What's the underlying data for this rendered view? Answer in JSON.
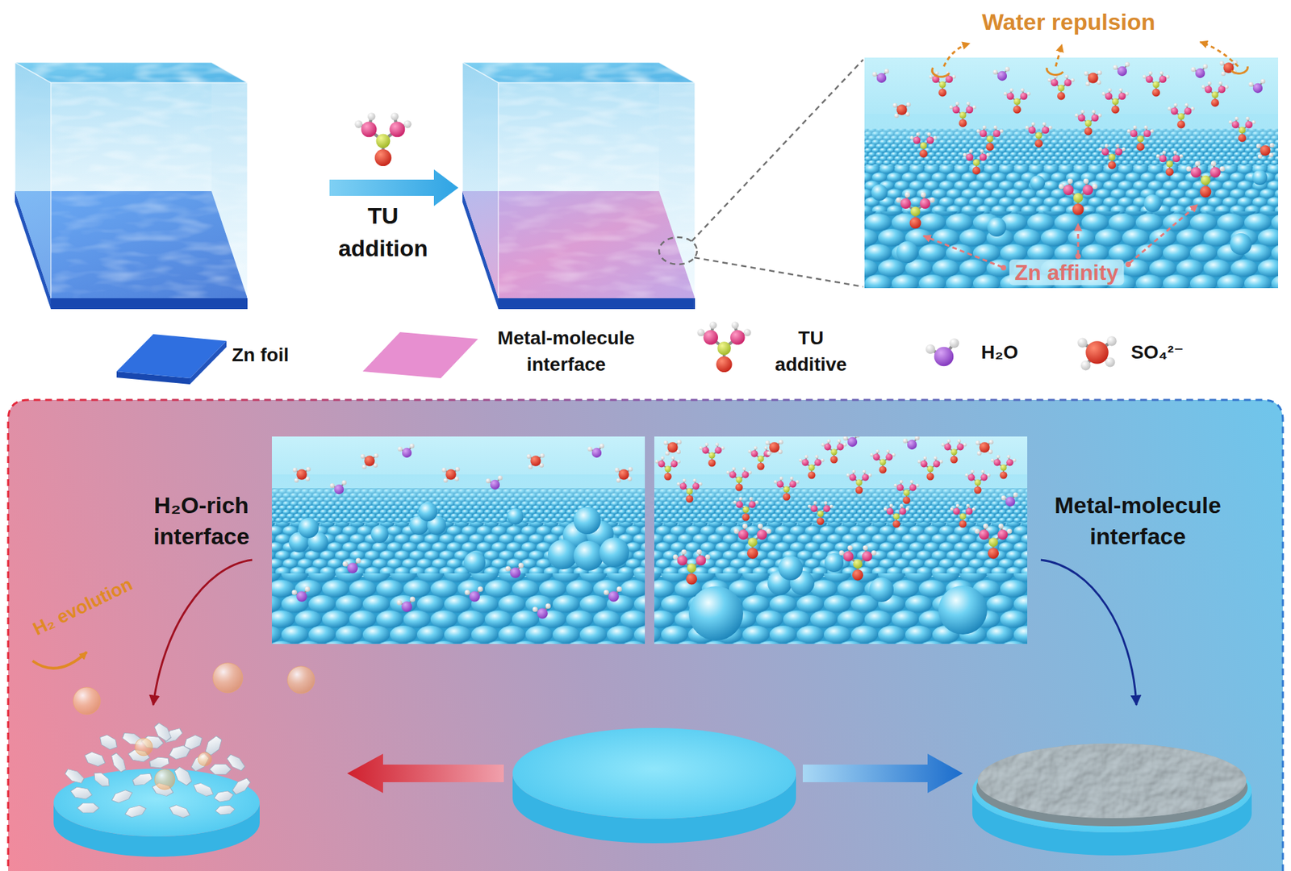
{
  "diagram": {
    "labels": [
      "Water repulsion",
      "TU addition",
      "Zn affinity",
      "H₂O-rich interface",
      "Metal-molecule interface",
      "H₂ evolution"
    ],
    "legend": [
      {
        "text": "Zn foil",
        "color": "#2f6fe0"
      },
      {
        "text": "Metal-molecule interface",
        "color": "#e78fd0"
      },
      {
        "text": "TU additive"
      },
      {
        "text": "H₂O"
      },
      {
        "text": "SO₄²⁻"
      }
    ]
  }
}
